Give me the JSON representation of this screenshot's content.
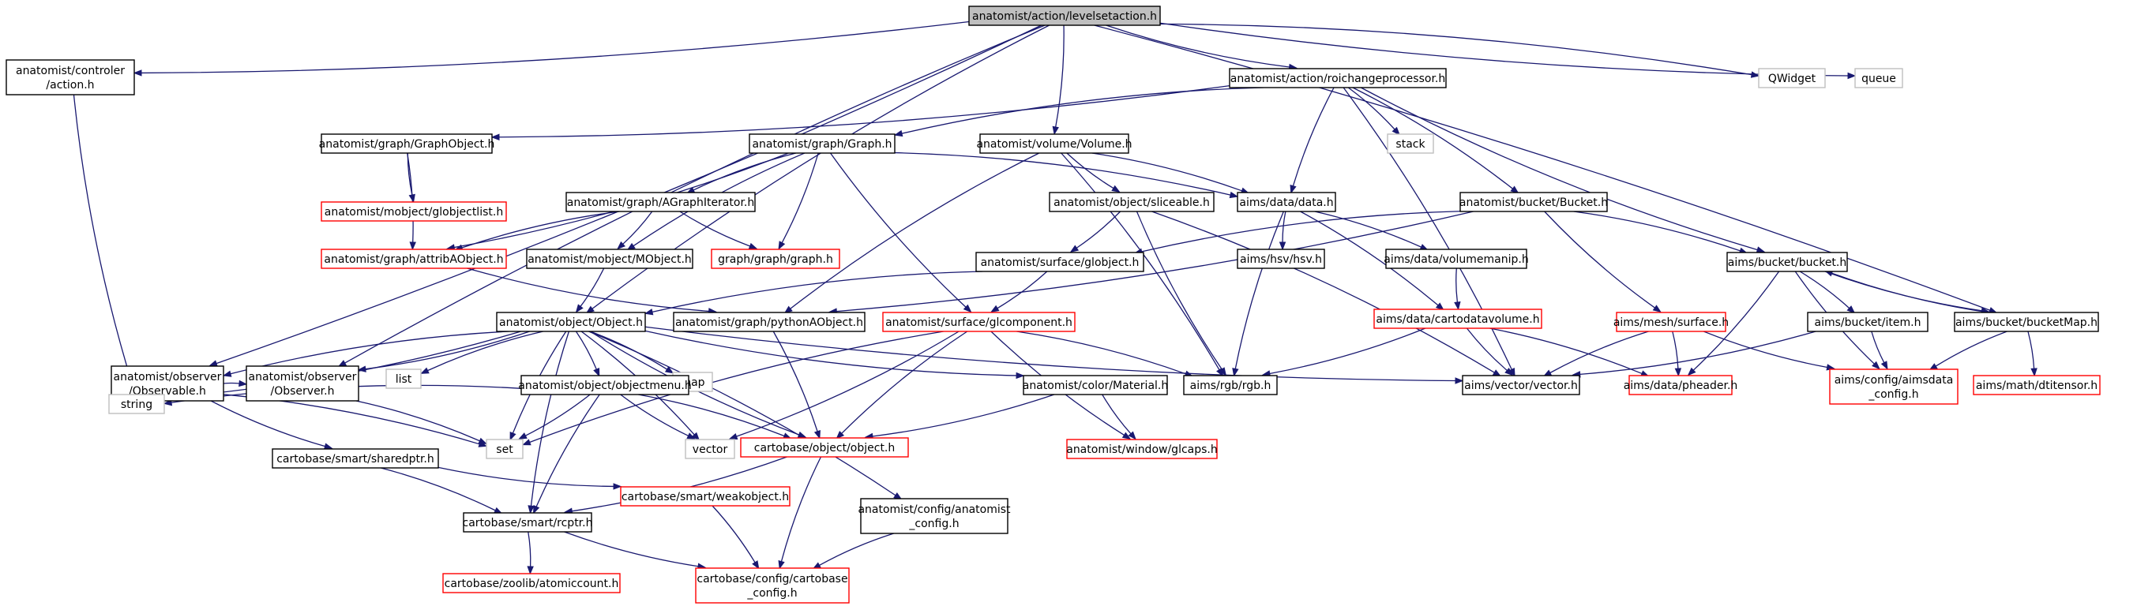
{
  "diagram": {
    "colors": {
      "edge": "#191970",
      "root_fill": "#bfbfbf",
      "root_border": "#000000",
      "documented_border": "#000000",
      "truncated_border": "#ff0000",
      "system_border": "#bfbfbf",
      "system_text": "#666666",
      "background": "#ffffff"
    },
    "nodes": [
      {
        "id": "root",
        "lines": [
          "anatomist/action/levelsetaction.h"
        ],
        "kind": "root"
      },
      {
        "id": "controler_action",
        "lines": [
          "anatomist/controler",
          "/action.h"
        ],
        "kind": "doc"
      },
      {
        "id": "roichange",
        "lines": [
          "anatomist/action/roichangeprocessor.h"
        ],
        "kind": "doc"
      },
      {
        "id": "qwidget",
        "lines": [
          "QWidget"
        ],
        "kind": "sys"
      },
      {
        "id": "queue",
        "lines": [
          "queue"
        ],
        "kind": "sys"
      },
      {
        "id": "graphobject",
        "lines": [
          "anatomist/graph/GraphObject.h"
        ],
        "kind": "doc"
      },
      {
        "id": "graph",
        "lines": [
          "anatomist/graph/Graph.h"
        ],
        "kind": "doc"
      },
      {
        "id": "volume",
        "lines": [
          "anatomist/volume/Volume.h"
        ],
        "kind": "doc"
      },
      {
        "id": "stack",
        "lines": [
          "stack"
        ],
        "kind": "sys"
      },
      {
        "id": "globjectlist",
        "lines": [
          "anatomist/mobject/globjectlist.h"
        ],
        "kind": "trunc"
      },
      {
        "id": "agraphiterator",
        "lines": [
          "anatomist/graph/AGraphIterator.h"
        ],
        "kind": "doc"
      },
      {
        "id": "sliceable",
        "lines": [
          "anatomist/object/sliceable.h"
        ],
        "kind": "doc"
      },
      {
        "id": "data",
        "lines": [
          "aims/data/data.h"
        ],
        "kind": "doc"
      },
      {
        "id": "bucketB",
        "lines": [
          "anatomist/bucket/Bucket.h"
        ],
        "kind": "doc"
      },
      {
        "id": "attribaobject",
        "lines": [
          "anatomist/graph/attribAObject.h"
        ],
        "kind": "trunc"
      },
      {
        "id": "mobject",
        "lines": [
          "anatomist/mobject/MObject.h"
        ],
        "kind": "doc"
      },
      {
        "id": "graphgraph",
        "lines": [
          "graph/graph/graph.h"
        ],
        "kind": "trunc"
      },
      {
        "id": "globject",
        "lines": [
          "anatomist/surface/globject.h"
        ],
        "kind": "doc"
      },
      {
        "id": "hsv",
        "lines": [
          "aims/hsv/hsv.h"
        ],
        "kind": "doc"
      },
      {
        "id": "volumemanip",
        "lines": [
          "aims/data/volumemanip.h"
        ],
        "kind": "doc"
      },
      {
        "id": "bucket",
        "lines": [
          "aims/bucket/bucket.h"
        ],
        "kind": "doc"
      },
      {
        "id": "object",
        "lines": [
          "anatomist/object/Object.h"
        ],
        "kind": "doc"
      },
      {
        "id": "pythonaobject",
        "lines": [
          "anatomist/graph/pythonAObject.h"
        ],
        "kind": "doc"
      },
      {
        "id": "glcomponent",
        "lines": [
          "anatomist/surface/glcomponent.h"
        ],
        "kind": "trunc"
      },
      {
        "id": "cartodatavolume",
        "lines": [
          "aims/data/cartodatavolume.h"
        ],
        "kind": "trunc"
      },
      {
        "id": "meshsurface",
        "lines": [
          "aims/mesh/surface.h"
        ],
        "kind": "trunc"
      },
      {
        "id": "item",
        "lines": [
          "aims/bucket/item.h"
        ],
        "kind": "doc"
      },
      {
        "id": "bucketmap",
        "lines": [
          "aims/bucket/bucketMap.h"
        ],
        "kind": "doc"
      },
      {
        "id": "observable",
        "lines": [
          "anatomist/observer",
          "/Observable.h"
        ],
        "kind": "doc"
      },
      {
        "id": "observer",
        "lines": [
          "anatomist/observer",
          "/Observer.h"
        ],
        "kind": "doc"
      },
      {
        "id": "list",
        "lines": [
          "list"
        ],
        "kind": "sys"
      },
      {
        "id": "map",
        "lines": [
          "map"
        ],
        "kind": "sys"
      },
      {
        "id": "objectmenu",
        "lines": [
          "anatomist/object/objectmenu.h"
        ],
        "kind": "doc"
      },
      {
        "id": "material",
        "lines": [
          "anatomist/color/Material.h"
        ],
        "kind": "doc"
      },
      {
        "id": "rgb",
        "lines": [
          "aims/rgb/rgb.h"
        ],
        "kind": "doc"
      },
      {
        "id": "vector",
        "lines": [
          "aims/vector/vector.h"
        ],
        "kind": "doc"
      },
      {
        "id": "pheader",
        "lines": [
          "aims/data/pheader.h"
        ],
        "kind": "trunc"
      },
      {
        "id": "aimsdataconfig",
        "lines": [
          "aims/config/aimsdata",
          "_config.h"
        ],
        "kind": "trunc"
      },
      {
        "id": "dtitensor",
        "lines": [
          "aims/math/dtitensor.h"
        ],
        "kind": "trunc"
      },
      {
        "id": "string",
        "lines": [
          "string"
        ],
        "kind": "sys"
      },
      {
        "id": "set",
        "lines": [
          "set"
        ],
        "kind": "sys"
      },
      {
        "id": "stdvector",
        "lines": [
          "vector"
        ],
        "kind": "sys"
      },
      {
        "id": "cartoobject",
        "lines": [
          "cartobase/object/object.h"
        ],
        "kind": "trunc"
      },
      {
        "id": "glcaps",
        "lines": [
          "anatomist/window/glcaps.h"
        ],
        "kind": "trunc"
      },
      {
        "id": "sharedptr",
        "lines": [
          "cartobase/smart/sharedptr.h"
        ],
        "kind": "doc"
      },
      {
        "id": "weakobject",
        "lines": [
          "cartobase/smart/weakobject.h"
        ],
        "kind": "trunc"
      },
      {
        "id": "anaconfig",
        "lines": [
          "anatomist/config/anatomist",
          "_config.h"
        ],
        "kind": "doc"
      },
      {
        "id": "rcptr",
        "lines": [
          "cartobase/smart/rcptr.h"
        ],
        "kind": "doc"
      },
      {
        "id": "atomiccount",
        "lines": [
          "cartobase/zoolib/atomiccount.h"
        ],
        "kind": "trunc"
      },
      {
        "id": "cartoconfig",
        "lines": [
          "cartobase/config/cartobase",
          "_config.h"
        ],
        "kind": "trunc"
      }
    ],
    "edges": [
      [
        "root",
        "controler_action"
      ],
      [
        "root",
        "roichange"
      ],
      [
        "root",
        "qwidget"
      ],
      [
        "root",
        "queue"
      ],
      [
        "root",
        "volume"
      ],
      [
        "root",
        "object"
      ],
      [
        "root",
        "observable"
      ],
      [
        "root",
        "observer"
      ],
      [
        "root",
        "bucketmap"
      ],
      [
        "controler_action",
        "string"
      ],
      [
        "roichange",
        "graphobject"
      ],
      [
        "roichange",
        "graph"
      ],
      [
        "roichange",
        "stack"
      ],
      [
        "roichange",
        "data"
      ],
      [
        "roichange",
        "bucketB"
      ],
      [
        "roichange",
        "bucket"
      ],
      [
        "roichange",
        "vector"
      ],
      [
        "graphobject",
        "globjectlist"
      ],
      [
        "graphobject",
        "attribaobject"
      ],
      [
        "graph",
        "agraphiterator"
      ],
      [
        "graph",
        "attribaobject"
      ],
      [
        "graph",
        "mobject"
      ],
      [
        "graph",
        "graphgraph"
      ],
      [
        "graph",
        "glcomponent"
      ],
      [
        "graph",
        "data"
      ],
      [
        "volume",
        "sliceable"
      ],
      [
        "volume",
        "data"
      ],
      [
        "volume",
        "pythonaobject"
      ],
      [
        "volume",
        "rgb"
      ],
      [
        "agraphiterator",
        "attribaobject"
      ],
      [
        "agraphiterator",
        "mobject"
      ],
      [
        "agraphiterator",
        "graphgraph"
      ],
      [
        "sliceable",
        "globject"
      ],
      [
        "sliceable",
        "rgb"
      ],
      [
        "sliceable",
        "vector"
      ],
      [
        "data",
        "hsv"
      ],
      [
        "data",
        "volumemanip"
      ],
      [
        "data",
        "rgb"
      ],
      [
        "data",
        "cartodatavolume"
      ],
      [
        "bucketB",
        "globject"
      ],
      [
        "bucketB",
        "bucket"
      ],
      [
        "bucketB",
        "meshsurface"
      ],
      [
        "bucketB",
        "pythonaobject"
      ],
      [
        "attribaobject",
        "pythonaobject"
      ],
      [
        "mobject",
        "object"
      ],
      [
        "globject",
        "object"
      ],
      [
        "globject",
        "glcomponent"
      ],
      [
        "volumemanip",
        "cartodatavolume"
      ],
      [
        "bucket",
        "item"
      ],
      [
        "bucket",
        "bucketmap"
      ],
      [
        "bucket",
        "pheader"
      ],
      [
        "bucket",
        "aimsdataconfig"
      ],
      [
        "bucketmap",
        "bucket"
      ],
      [
        "bucketmap",
        "aimsdataconfig"
      ],
      [
        "bucketmap",
        "dtitensor"
      ],
      [
        "object",
        "observable"
      ],
      [
        "object",
        "observer"
      ],
      [
        "object",
        "list"
      ],
      [
        "object",
        "map"
      ],
      [
        "object",
        "set"
      ],
      [
        "object",
        "objectmenu"
      ],
      [
        "object",
        "material"
      ],
      [
        "object",
        "string"
      ],
      [
        "object",
        "rcptr"
      ],
      [
        "object",
        "stdvector"
      ],
      [
        "object",
        "cartoobject"
      ],
      [
        "object",
        "anaconfig"
      ],
      [
        "object",
        "vector"
      ],
      [
        "pythonaobject",
        "cartoobject"
      ],
      [
        "glcomponent",
        "set"
      ],
      [
        "glcomponent",
        "stdvector"
      ],
      [
        "glcomponent",
        "cartoobject"
      ],
      [
        "glcomponent",
        "rgb"
      ],
      [
        "glcomponent",
        "glcaps"
      ],
      [
        "cartodatavolume",
        "rgb"
      ],
      [
        "cartodatavolume",
        "vector"
      ],
      [
        "cartodatavolume",
        "pheader"
      ],
      [
        "meshsurface",
        "vector"
      ],
      [
        "meshsurface",
        "pheader"
      ],
      [
        "meshsurface",
        "aimsdataconfig"
      ],
      [
        "item",
        "vector"
      ],
      [
        "item",
        "aimsdataconfig"
      ],
      [
        "observable",
        "observer"
      ],
      [
        "observable",
        "string"
      ],
      [
        "observable",
        "set"
      ],
      [
        "observable",
        "sharedptr"
      ],
      [
        "observer",
        "set"
      ],
      [
        "objectmenu",
        "string"
      ],
      [
        "objectmenu",
        "set"
      ],
      [
        "objectmenu",
        "stdvector"
      ],
      [
        "objectmenu",
        "cartoobject"
      ],
      [
        "objectmenu",
        "rcptr"
      ],
      [
        "material",
        "cartoobject"
      ],
      [
        "material",
        "glcaps"
      ],
      [
        "cartoobject",
        "rcptr"
      ],
      [
        "cartoobject",
        "cartoconfig"
      ],
      [
        "sharedptr",
        "rcptr"
      ],
      [
        "sharedptr",
        "weakobject"
      ],
      [
        "weakobject",
        "cartoconfig"
      ],
      [
        "anaconfig",
        "cartoconfig"
      ],
      [
        "rcptr",
        "atomiccount"
      ],
      [
        "rcptr",
        "cartoconfig"
      ]
    ]
  }
}
